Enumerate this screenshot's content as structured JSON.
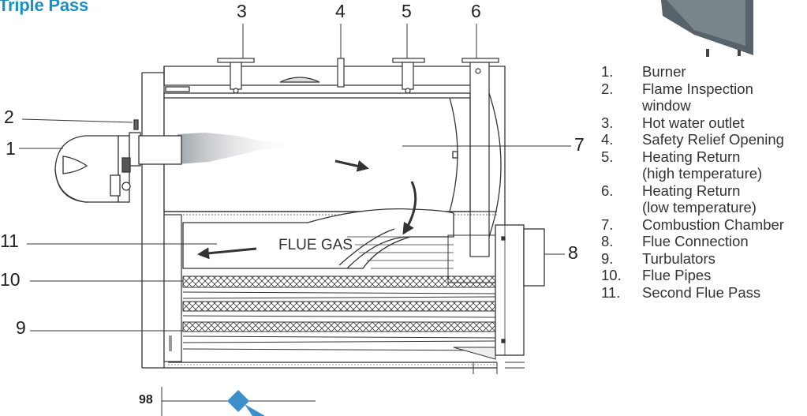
{
  "title": "Triple Pass",
  "callout_numbers": {
    "n1": "1",
    "n2": "2",
    "n3": "3",
    "n4": "4",
    "n5": "5",
    "n6": "6",
    "n7": "7",
    "n8": "8",
    "n9": "9",
    "n10": "10",
    "n11": "11"
  },
  "flue_gas_label": "FLUE GAS",
  "legend": [
    {
      "num": "1.",
      "text": "Burner"
    },
    {
      "num": "2.",
      "text": "Flame Inspection"
    },
    {
      "num": "",
      "text": "window"
    },
    {
      "num": "3.",
      "text": "Hot water outlet"
    },
    {
      "num": "4.",
      "text": "Safety Relief Opening"
    },
    {
      "num": "5.",
      "text": "Heating Return"
    },
    {
      "num": "",
      "text": "(high temperature)"
    },
    {
      "num": "6.",
      "text": "Heating Return"
    },
    {
      "num": "",
      "text": "(low temperature)"
    },
    {
      "num": "7.",
      "text": "Combustion Chamber"
    },
    {
      "num": "8.",
      "text": "Flue Connection"
    },
    {
      "num": "9.",
      "text": "Turbulators"
    },
    {
      "num": "10.",
      "text": "Flue Pipes"
    },
    {
      "num": "11.",
      "text": "Second Flue Pass"
    }
  ],
  "page_number": "98",
  "colors": {
    "title": "#1a8fc4",
    "outline": "#333333",
    "flame_start": "#9aa0a6",
    "marker": "#3d8fc9"
  }
}
